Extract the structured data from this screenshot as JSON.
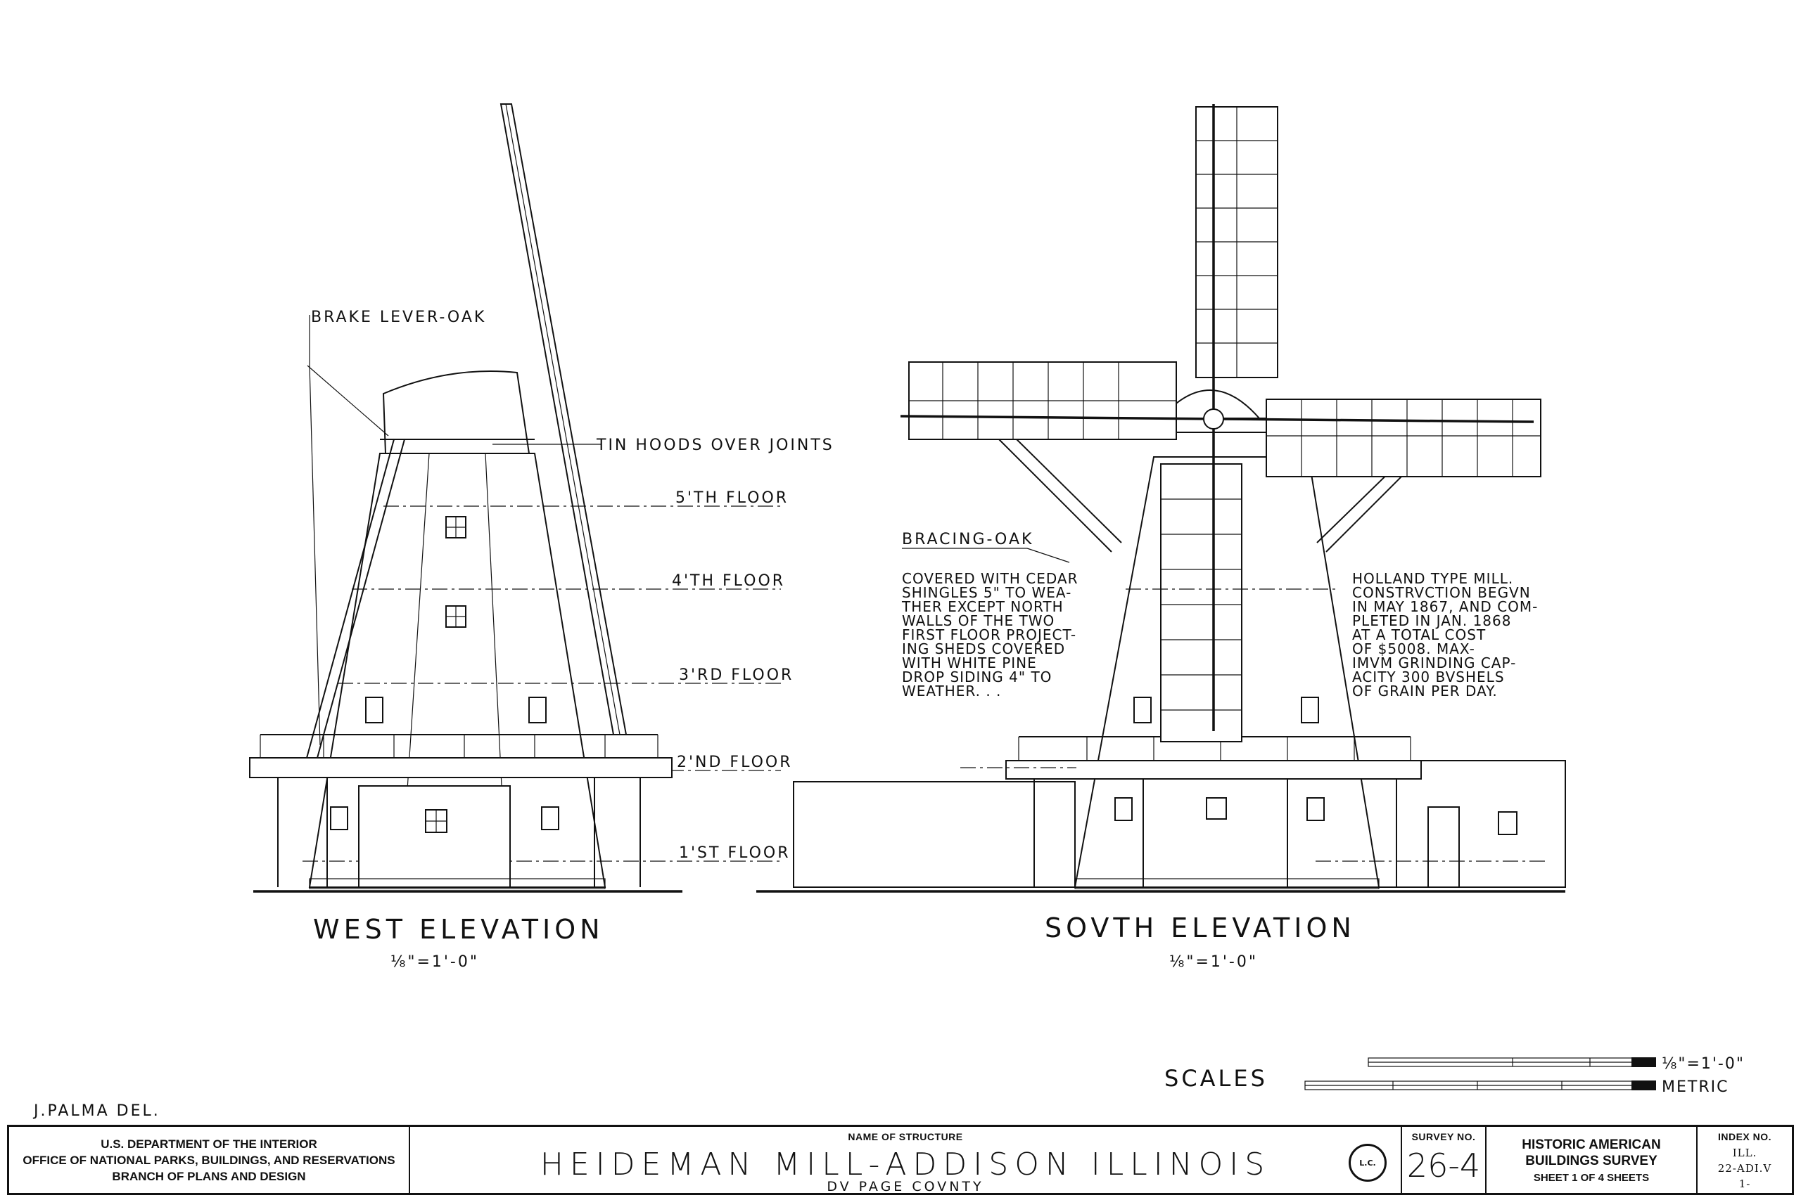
{
  "drawing": {
    "west_elevation": {
      "title": "WEST ELEVATION",
      "scale": "⅛\"=1'-0\"",
      "labels": {
        "brake_lever": "BRAKE LEVER-OAK",
        "tin_hoods": "TIN HOODS OVER JOINTS",
        "floor5": "5'TH FLOOR",
        "floor4": "4'TH FLOOR",
        "floor3": "3'RD FLOOR",
        "floor2": "2'ND FLOOR",
        "floor1": "1'ST FLOOR"
      }
    },
    "south_elevation": {
      "title": "SOVTH ELEVATION",
      "scale": "⅛\"=1'-0\"",
      "bracing": "BRACING-OAK",
      "note_left": [
        "COVERED WITH CEDAR",
        "SHINGLES 5\" TO WEA-",
        "THER EXCEPT NORTH",
        "WALLS OF THE TWO",
        "FIRST FLOOR PROJECT-",
        "ING SHEDS COVERED",
        "WITH WHITE PINE",
        "DROP SIDING 4\" TO",
        "WEATHER.  .  ."
      ],
      "note_right": [
        "HOLLAND TYPE MILL.",
        "CONSTRVCTION BEGVN",
        "IN MAY 1867, AND COM-",
        "PLETED IN JAN. 1868",
        "AT A TOTAL COST",
        "OF $5008. MAX-",
        "IMVM GRINDING CAP-",
        "ACITY 300 BVSHELS",
        "OF GRAIN PER DAY."
      ]
    },
    "scales": {
      "title": "SCALES",
      "imperial": "⅛\"=1'-0\"",
      "metric": "METRIC"
    },
    "delineator": "J.PALMA DEL."
  },
  "title_block": {
    "agency": [
      "U.S. DEPARTMENT OF THE INTERIOR",
      "OFFICE OF NATIONAL PARKS, BUILDINGS, AND RESERVATIONS",
      "BRANCH OF PLANS AND DESIGN"
    ],
    "name_caption": "NAME OF STRUCTURE",
    "name": "HEIDEMAN   MILL-ADDISON   ILLINOIS",
    "county": "DV PAGE COVNTY",
    "seal_text": "L.C.",
    "survey_caption": "SURVEY NO.",
    "survey_no": "26-4",
    "habs_line1": "HISTORIC AMERICAN",
    "habs_line2": "BUILDINGS SURVEY",
    "sheet_line": "SHEET  1  OF  4  SHEETS",
    "index_caption": "INDEX NO.",
    "index_1": "ILL.",
    "index_2": "22-ADI.V",
    "index_3": "1-"
  }
}
